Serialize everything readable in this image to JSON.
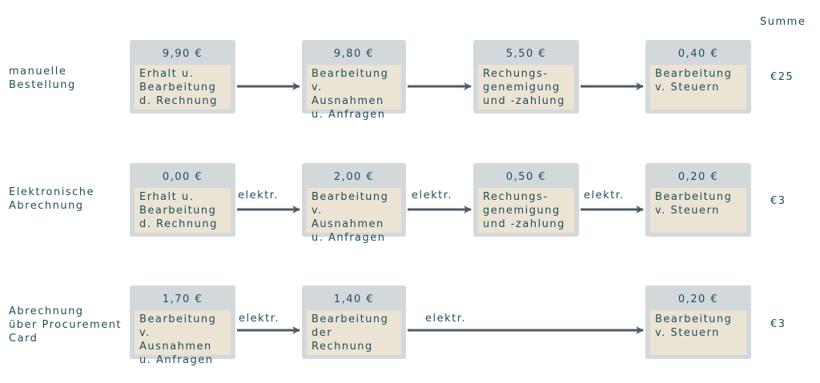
{
  "header": {
    "sum_title": "Summe"
  },
  "rows": [
    {
      "label": "manuelle\nBestellung",
      "sum": "€25",
      "boxes": [
        {
          "cost": "9,90 €",
          "text": "Erhalt u.\nBearbeitung\nd. Rechnung"
        },
        {
          "cost": "9,80 €",
          "text": "Bearbeitung\nv. Ausnahmen\nu. Anfragen"
        },
        {
          "cost": "5,50 €",
          "text": "Rechungs-\ngenemigung\nund -zahlung"
        },
        {
          "cost": "0,40 €",
          "text": "Bearbeitung\nv. Steuern"
        }
      ],
      "connectors": [
        "",
        "",
        ""
      ]
    },
    {
      "label": "Elektronische\nAbrechnung",
      "sum": "€3",
      "boxes": [
        {
          "cost": "0,00 €",
          "text": "Erhalt u.\nBearbeitung\nd. Rechnung"
        },
        {
          "cost": "2,00 €",
          "text": "Bearbeitung\nv. Ausnahmen\nu. Anfragen"
        },
        {
          "cost": "0,50 €",
          "text": "Rechungs-\ngenemigung\nund -zahlung"
        },
        {
          "cost": "0,20 €",
          "text": "Bearbeitung\nv. Steuern"
        }
      ],
      "connectors": [
        "elektr.",
        "elektr.",
        "elektr."
      ]
    },
    {
      "label": "Abrechnung\nüber Procurement\nCard",
      "sum": "€3",
      "boxes": [
        {
          "cost": "1,70 €",
          "text": "Bearbeitung\nv. Ausnahmen\nu. Anfragen"
        },
        {
          "cost": "1,40 €",
          "text": "Bearbeitung\nder Rechnung"
        },
        {
          "cost": "0,20 €",
          "text": "Bearbeitung\nv. Steuern"
        }
      ],
      "connectors": [
        "elektr.",
        "elektr."
      ]
    }
  ]
}
